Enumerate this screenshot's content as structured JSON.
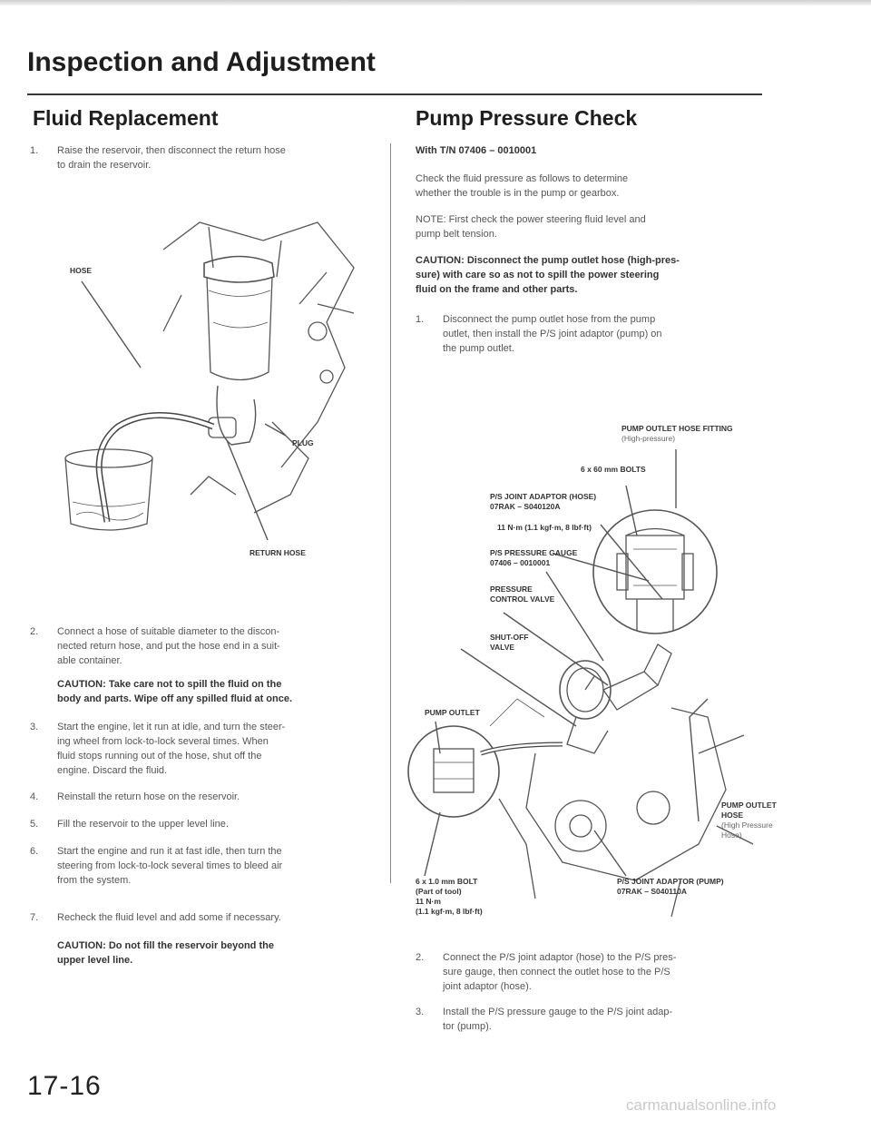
{
  "page": {
    "title": "Inspection and Adjustment",
    "page_number": "17-16",
    "watermark": "carmanualsonline.info"
  },
  "fluid_replacement": {
    "heading": "Fluid Replacement",
    "steps": [
      {
        "num": "1.",
        "lines": [
          "Raise the reservoir, then disconnect the return hose",
          "to drain the reservoir."
        ]
      },
      {
        "num": "2.",
        "lines": [
          "Connect a hose of suitable diameter to the discon-",
          "nected return hose, and put the hose end in a suit-",
          "able container."
        ]
      },
      {
        "num": "3.",
        "lines": [
          "Start the engine, let it run at idle, and turn the steer-",
          "ing wheel from lock-to-lock several times. When",
          "fluid stops running out of the hose, shut off the",
          "engine. Discard the fluid."
        ]
      },
      {
        "num": "4.",
        "lines": [
          "Reinstall the return hose on the reservoir."
        ]
      },
      {
        "num": "5.",
        "lines": [
          "Fill the reservoir to the upper level line."
        ]
      },
      {
        "num": "6.",
        "lines": [
          "Start the engine and run it at fast idle, then turn the",
          "steering from lock-to-lock several times to bleed air",
          "from the system."
        ]
      },
      {
        "num": "7.",
        "lines": [
          "Recheck the fluid level and add some if necessary."
        ]
      }
    ],
    "caution_2": [
      "CAUTION: Take care not to spill the fluid on the",
      "body and parts. Wipe off any spilled fluid at once."
    ],
    "caution_7": [
      "CAUTION: Do not fill the reservoir beyond the",
      "upper level line."
    ],
    "figure_labels": {
      "hose": "HOSE",
      "plug": "PLUG",
      "return_hose": "RETURN HOSE"
    }
  },
  "pump_pressure": {
    "heading": "Pump Pressure Check",
    "with_tool": "With T/N 07406 – 0010001",
    "intro": [
      "Check the fluid pressure as follows to determine",
      "whether the trouble is in the pump or gearbox."
    ],
    "note": [
      "NOTE: First check the power steering fluid level and",
      "pump belt tension."
    ],
    "caution": [
      "CAUTION: Disconnect the pump outlet hose (high-pres-",
      "sure) with care so as not to spill the power steering",
      "fluid on the frame and other parts."
    ],
    "steps": [
      {
        "num": "1.",
        "lines": [
          "Disconnect the pump outlet hose from the pump",
          "outlet, then install the P/S joint adaptor (pump) on",
          "the pump outlet."
        ]
      },
      {
        "num": "2.",
        "lines": [
          "Connect the P/S joint adaptor (hose) to the P/S pres-",
          "sure gauge, then connect the outlet hose to the P/S",
          "joint adaptor (hose)."
        ]
      },
      {
        "num": "3.",
        "lines": [
          "Install the P/S pressure gauge to the P/S joint adap-",
          "tor (pump)."
        ]
      }
    ],
    "figure_labels": {
      "fitting": "PUMP OUTLET HOSE FITTING",
      "fitting_sub": "(High-pressure)",
      "bolts": "6 x 60 mm BOLTS",
      "adaptor_hose": "P/S JOINT ADAPTOR (HOSE)",
      "adaptor_hose_pn": "07RAK – S040120A",
      "torque_1": "11 N·m (1.1 kgf·m, 8 lbf·ft)",
      "gauge": "P/S PRESSURE GAUGE",
      "gauge_pn": "07406 – 0010001",
      "pressure_1": "PRESSURE",
      "pressure_2": "CONTROL VALVE",
      "shutoff_1": "SHUT-OFF",
      "shutoff_2": "VALVE",
      "pump_outlet": "PUMP OUTLET",
      "outlet_hose_1": "PUMP OUTLET",
      "outlet_hose_2": "HOSE",
      "outlet_hose_3": "(High Pressure",
      "outlet_hose_4": "Hose)",
      "bolt_1": "6 x 1.0 mm BOLT",
      "bolt_2": "(Part of tool)",
      "bolt_3": "11 N·m",
      "bolt_4": "(1.1 kgf·m, 8 lbf·ft)",
      "adaptor_pump": "P/S JOINT ADAPTOR (PUMP)",
      "adaptor_pump_pn": "07RAK – S040110A"
    }
  }
}
